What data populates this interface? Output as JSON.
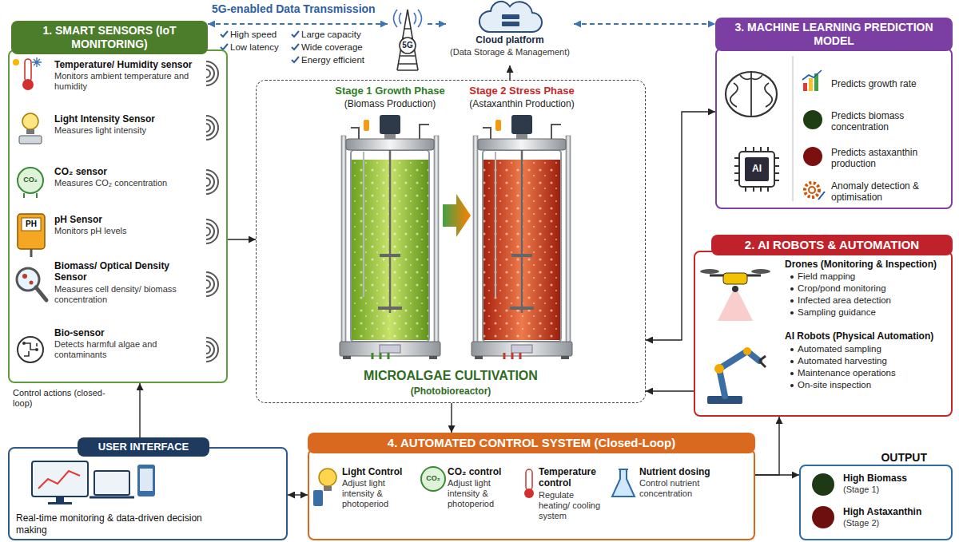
{
  "diagram": {
    "nodes": [
      {
        "text": [
          "1. SMART SENSORS (IoT MONITORING)"
        ]
      },
      {
        "text": [
          "5G"
        ]
      },
      {
        "text": [
          "Cloud platform",
          "(Data Storage & Management)"
        ]
      },
      {
        "text": [
          "3. MACHINE LEARNING PREDICTION MODEL"
        ]
      },
      {
        "text": [
          "MICROALGAE CULTIVATION",
          "(Photobioreactor)"
        ]
      },
      {
        "text": [
          "2. AI ROBOTS & AUTOMATION"
        ]
      },
      {
        "text": [
          "USER INTERFACE",
          "Real-time monitoring & data-driven decision making"
        ]
      },
      {
        "text": [
          "4. AUTOMATED CONTROL SYSTEM (Closed-Loop)"
        ]
      },
      {
        "text": [
          "OUTPUT"
        ]
      }
    ],
    "edges": [
      {
        "from": 0,
        "to": 1,
        "arrow": "both"
      },
      {
        "from": 1,
        "to": 2,
        "arrow": "to"
      },
      {
        "from": 2,
        "to": 3,
        "arrow": "both"
      },
      {
        "from": 0,
        "to": 4,
        "arrow": "to"
      },
      {
        "from": 4,
        "to": 2,
        "arrow": "to"
      },
      {
        "from": 3,
        "to": 4,
        "arrow": "both"
      },
      {
        "from": 5,
        "to": 4,
        "arrow": "to"
      },
      {
        "from": 4,
        "to": 7,
        "arrow": "to"
      },
      {
        "from": 7,
        "to": 5,
        "arrow": "to"
      },
      {
        "from": 7,
        "to": 8,
        "arrow": "to"
      },
      {
        "from": 6,
        "to": 7,
        "arrow": "both"
      },
      {
        "from": 6,
        "to": 0,
        "arrow": "to",
        "label": "Control actions (closed-loop)"
      }
    ],
    "labels": [
      "5G-enabled Data Transmission",
      "High speed",
      "Large capacity",
      "Low latency",
      "Wide coverage",
      "Energy efficient",
      "Temperature/ Humidity sensor",
      "Monitors ambient temperature and humidity",
      "Light Intensity Sensor",
      "Measures light intensity",
      "CO₂",
      "CO₂ sensor",
      "Measures CO₂ concentration",
      "PH",
      "pH Sensor",
      "Monitors pH levels",
      "Biomass/ Optical Density Sensor",
      "Measures cell density/ biomass concentration",
      "Bio-sensor",
      "Detects harmful algae and contaminants",
      "Stage 1 Growth Phase",
      "(Biomass Production)",
      "Stage 2 Stress Phase",
      "(Astaxanthin Production)",
      "Predicts growth rate",
      "Predicts biomass concentration",
      "Predicts astaxanthin production",
      "Anomaly detection & optimisation",
      "AI",
      "Drones (Monitoring & Inspection)",
      "Field mapping",
      "Crop/pond monitoring",
      "Infected area detection",
      "Sampling guidance",
      "AI Robots (Physical Automation)",
      "Automated sampling",
      "Automated harvesting",
      "Maintenance operations",
      "On-site inspection",
      "Light Control",
      "Adjust light intensity & photoperiod",
      "CO₂",
      "CO₂ control",
      "Adjust light intensity & photoperiod",
      "Temperature control",
      "Regulate heating/ cooling system",
      "Nutrient dosing",
      "Control nutrient concentration",
      "High Biomass",
      "(Stage 1)",
      "High Astaxanthin",
      "(Stage 2)"
    ]
  }
}
